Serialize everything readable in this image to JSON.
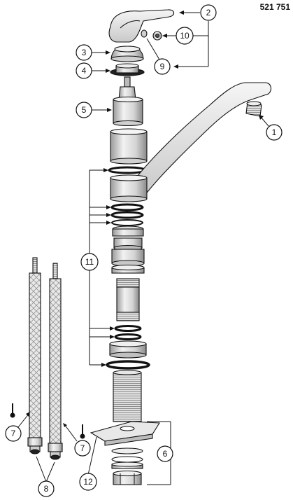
{
  "document_number": "521 751",
  "callouts": {
    "c1": "1",
    "c2": "2",
    "c3": "3",
    "c4": "4",
    "c5": "5",
    "c6": "6",
    "c7a": "7",
    "c7b": "7",
    "c8": "8",
    "c9": "9",
    "c10": "10",
    "c11": "11",
    "c12": "12"
  },
  "colors": {
    "ink": "#111111",
    "metal_light": "#e6e6e6",
    "metal_mid": "#bdbdbd",
    "metal_dark": "#7a7a7a",
    "seal": "#1a1a1a"
  }
}
